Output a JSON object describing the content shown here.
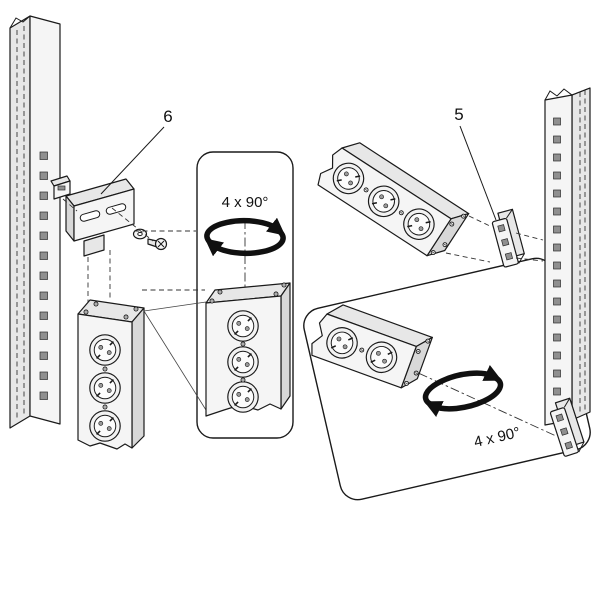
{
  "colors": {
    "background": "#ffffff",
    "line": "#1a1a1a",
    "metal_light": "#f5f5f5",
    "metal_mid": "#e7e7e7",
    "metal_dark": "#d8d8d8",
    "hole": "#8f8f8f"
  },
  "labels": {
    "item_6": "6",
    "item_5": "5",
    "rotation_left": "4 x 90°",
    "rotation_right": "4 x 90°"
  }
}
